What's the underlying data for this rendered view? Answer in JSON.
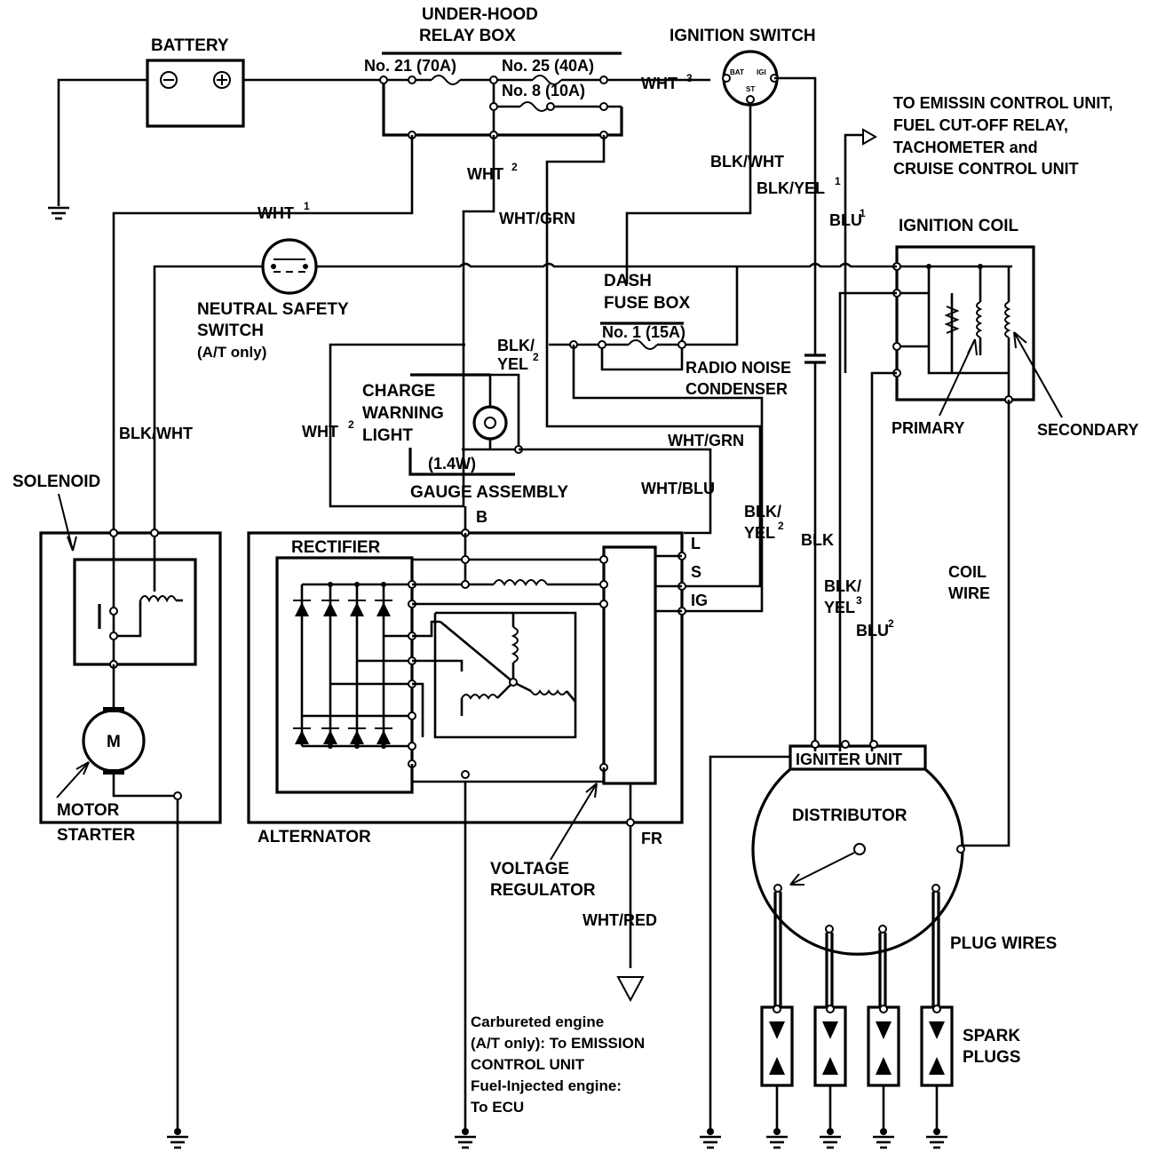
{
  "labels": {
    "battery": "BATTERY",
    "under_hood_1": "UNDER-HOOD",
    "under_hood_2": "RELAY BOX",
    "fuse_21": "No. 21 (70A)",
    "fuse_25": "No. 25 (40A)",
    "fuse_8": "No. 8 (10A)",
    "ignition_switch": "IGNITION SWITCH",
    "ign_bat": "BAT",
    "ign_ig1": "IGI",
    "ign_st": "ST",
    "to_emission_1": "TO EMISSIN CONTROL UNIT,",
    "to_emission_2": "FUEL CUT-OFF RELAY,",
    "to_emission_3": "TACHOMETER and",
    "to_emission_4": "CRUISE CONTROL UNIT",
    "ignition_coil": "IGNITION COIL",
    "primary": "PRIMARY",
    "secondary": "SECONDARY",
    "neutral_1": "NEUTRAL SAFETY",
    "neutral_2": "SWITCH",
    "neutral_3": "(A/T only)",
    "dash_1": "DASH",
    "dash_2": "FUSE BOX",
    "dash_fuse": "No. 1 (15A)",
    "radio_1": "RADIO NOISE",
    "radio_2": "CONDENSER",
    "charge_1": "CHARGE",
    "charge_2": "WARNING",
    "charge_3": "LIGHT",
    "bulb": "(1.4W)",
    "gauge": "GAUGE ASSEMBLY",
    "solenoid": "SOLENOID",
    "motor": "MOTOR",
    "starter": "STARTER",
    "motor_m": "M",
    "rectifier": "RECTIFIER",
    "alternator": "ALTERNATOR",
    "voltage_1": "VOLTAGE",
    "voltage_2": "REGULATOR",
    "terminal_b": "B",
    "terminal_l": "L",
    "terminal_s": "S",
    "terminal_ig": "IG",
    "terminal_fr": "FR",
    "coil_wire_1": "COIL",
    "coil_wire_2": "WIRE",
    "igniter": "IGNITER UNIT",
    "distributor": "DISTRIBUTOR",
    "plug_wires": "PLUG WIRES",
    "spark_1": "SPARK",
    "spark_2": "PLUGS",
    "note_1": "Carbureted engine",
    "note_2": "(A/T only): To EMISSION",
    "note_3": "CONTROL UNIT",
    "note_4": "Fuel-Injected engine:",
    "note_5": "To ECU"
  },
  "wires": {
    "wht_sup": "WHT",
    "wht_1": "1",
    "wht_2": "2",
    "wht_3": "3",
    "blk_wht": "BLK/WHT",
    "blk_yel": "BLK/YEL",
    "blk_yel_top": "BLK/",
    "yel": "YEL",
    "wht_grn": "WHT/GRN",
    "wht_blu": "WHT/BLU",
    "wht_red": "WHT/RED",
    "blk": "BLK",
    "blu": "BLU",
    "sup_1": "1",
    "sup_2": "2",
    "sup_3": "3"
  },
  "colors": {
    "ink": "#000000",
    "paper": "#ffffff"
  }
}
